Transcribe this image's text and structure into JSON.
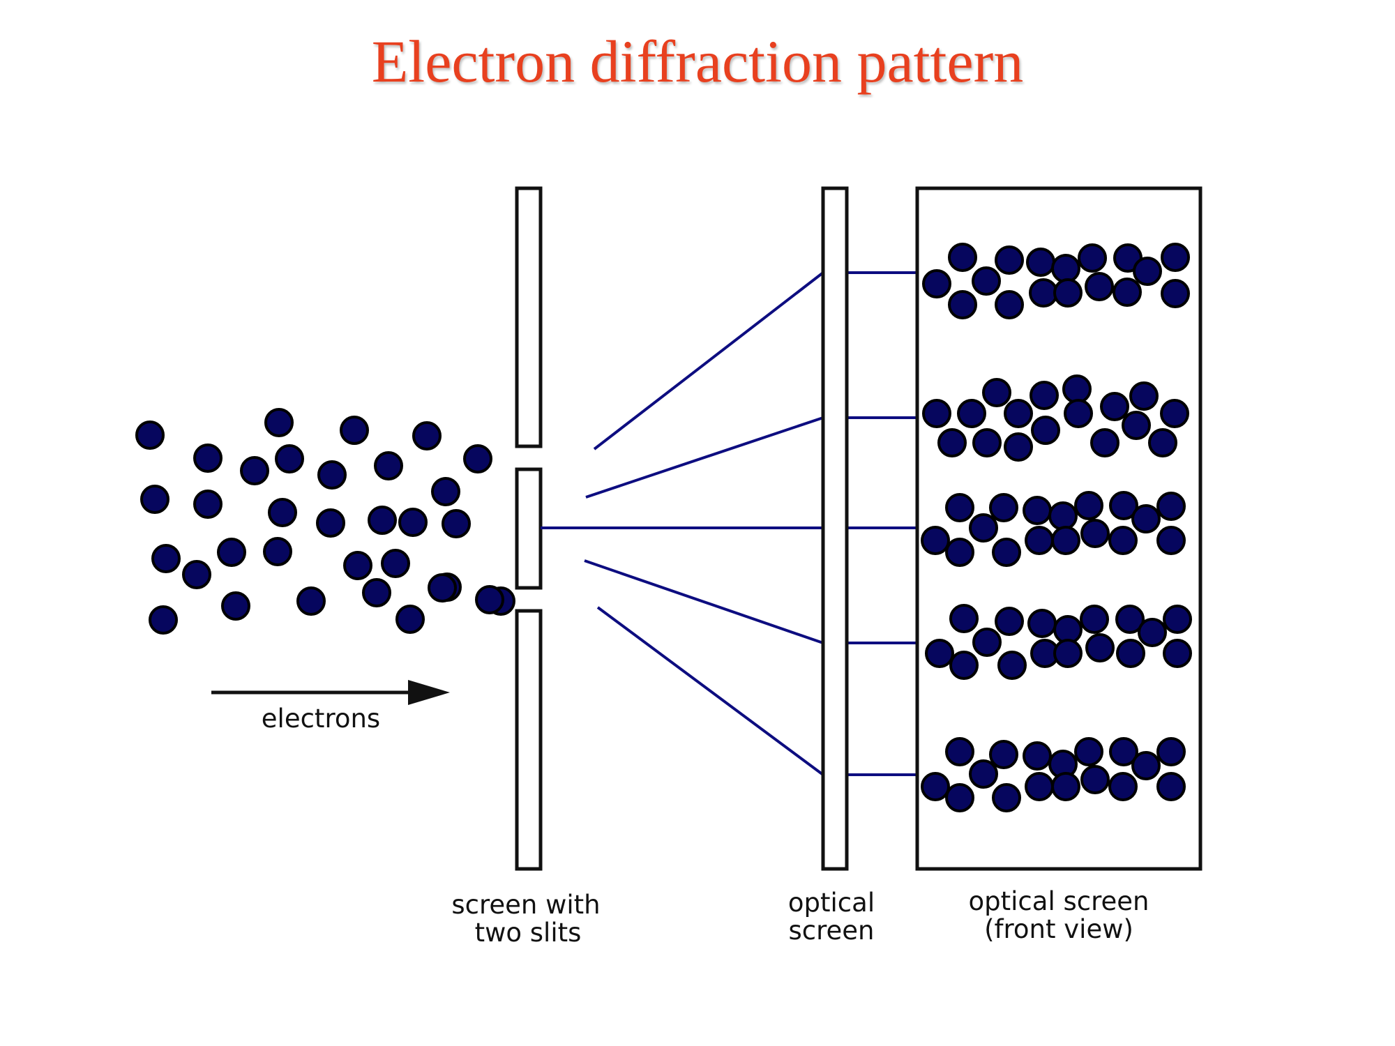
{
  "title": "Electron diffraction pattern",
  "colors": {
    "title": "#e8401f",
    "electron_fill": "#06065e",
    "ray": "#0d0d80",
    "outline": "#111111"
  },
  "labels": {
    "electrons": "electrons",
    "slit_screen_line1": "screen with",
    "slit_screen_line2": "two slits",
    "optical_screen_line1": "optical",
    "optical_screen_line2": "screen",
    "front_view_line1": "optical screen",
    "front_view_line2": "(front view)"
  },
  "pattern": {
    "bands": 5,
    "slits": 2
  }
}
